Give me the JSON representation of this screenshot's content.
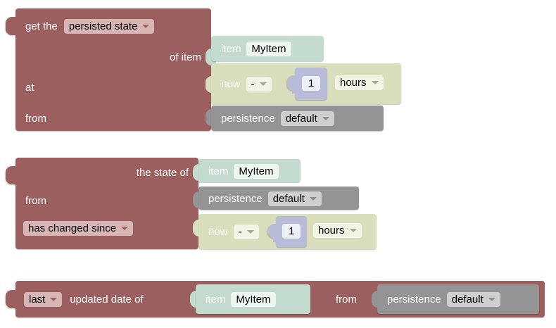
{
  "app": {
    "name": "blockly-workspace",
    "background": "#ffffff"
  },
  "colors": {
    "block_red": "#9b5f60",
    "block_mint": "#c3dacf",
    "block_olive": "#d9debc",
    "block_grey": "#949494",
    "block_lavender": "#b9bcd9",
    "field_light": "#f2f5e6",
    "field_grey": "#cfcfcf",
    "field_pink": "#d9b6b6",
    "text_light": "#ffffff",
    "text_dark": "#000000"
  },
  "blocks": [
    {
      "id": "persisted-state-block",
      "type": "get-persisted-state",
      "color": "#9b5f60",
      "rows": [
        {
          "id": "row-get-the",
          "label": "get the",
          "dropdown": {
            "value": "persisted state",
            "icon": "chevron-down-icon"
          }
        },
        {
          "id": "row-of-item",
          "label": "of item",
          "child": {
            "id": "item-block-1",
            "type": "item",
            "color": "#c3dacf",
            "label": "item",
            "field": {
              "value": "MyItem"
            }
          }
        },
        {
          "id": "row-at",
          "label": "at",
          "child": {
            "id": "datetime-block-1",
            "type": "now-offset",
            "color": "#d9debc",
            "label": "now",
            "operator": {
              "value": "-",
              "icon": "chevron-down-icon"
            },
            "amount": {
              "value": "1",
              "color": "#b9bcd9"
            },
            "unit": {
              "value": "hours",
              "icon": "chevron-down-icon"
            }
          }
        },
        {
          "id": "row-from",
          "label": "from",
          "child": {
            "id": "persistence-block-1",
            "type": "persistence",
            "color": "#949494",
            "label": "persistence",
            "dropdown": {
              "value": "default",
              "icon": "chevron-down-icon"
            }
          }
        }
      ]
    },
    {
      "id": "state-changed-block",
      "type": "state-has-changed-since",
      "color": "#9b5f60",
      "rows": [
        {
          "id": "row-the-state-of",
          "label": "the state of",
          "child": {
            "id": "item-block-2",
            "type": "item",
            "color": "#c3dacf",
            "label": "item",
            "field": {
              "value": "MyItem"
            }
          }
        },
        {
          "id": "row-from-2",
          "label": "from",
          "child": {
            "id": "persistence-block-2",
            "type": "persistence",
            "color": "#949494",
            "label": "persistence",
            "dropdown": {
              "value": "default",
              "icon": "chevron-down-icon"
            }
          }
        },
        {
          "id": "row-has-changed-since",
          "dropdown": {
            "value": "has changed since",
            "icon": "chevron-down-icon"
          },
          "child": {
            "id": "datetime-block-2",
            "type": "now-offset",
            "color": "#d9debc",
            "label": "now",
            "operator": {
              "value": "-",
              "icon": "chevron-down-icon"
            },
            "amount": {
              "value": "1",
              "color": "#b9bcd9"
            },
            "unit": {
              "value": "hours",
              "icon": "chevron-down-icon"
            }
          }
        }
      ]
    },
    {
      "id": "last-updated-block",
      "type": "last-updated-date-of",
      "color": "#9b5f60",
      "rows": [
        {
          "id": "row-last-updated",
          "dropdown": {
            "value": "last",
            "icon": "chevron-down-icon"
          },
          "label": "updated date of",
          "label2": "from",
          "child": {
            "id": "item-block-3",
            "type": "item",
            "color": "#c3dacf",
            "label": "item",
            "field": {
              "value": "MyItem"
            }
          },
          "child2": {
            "id": "persistence-block-3",
            "type": "persistence",
            "color": "#949494",
            "label": "persistence",
            "dropdown": {
              "value": "default",
              "icon": "chevron-down-icon"
            }
          }
        }
      ]
    }
  ]
}
